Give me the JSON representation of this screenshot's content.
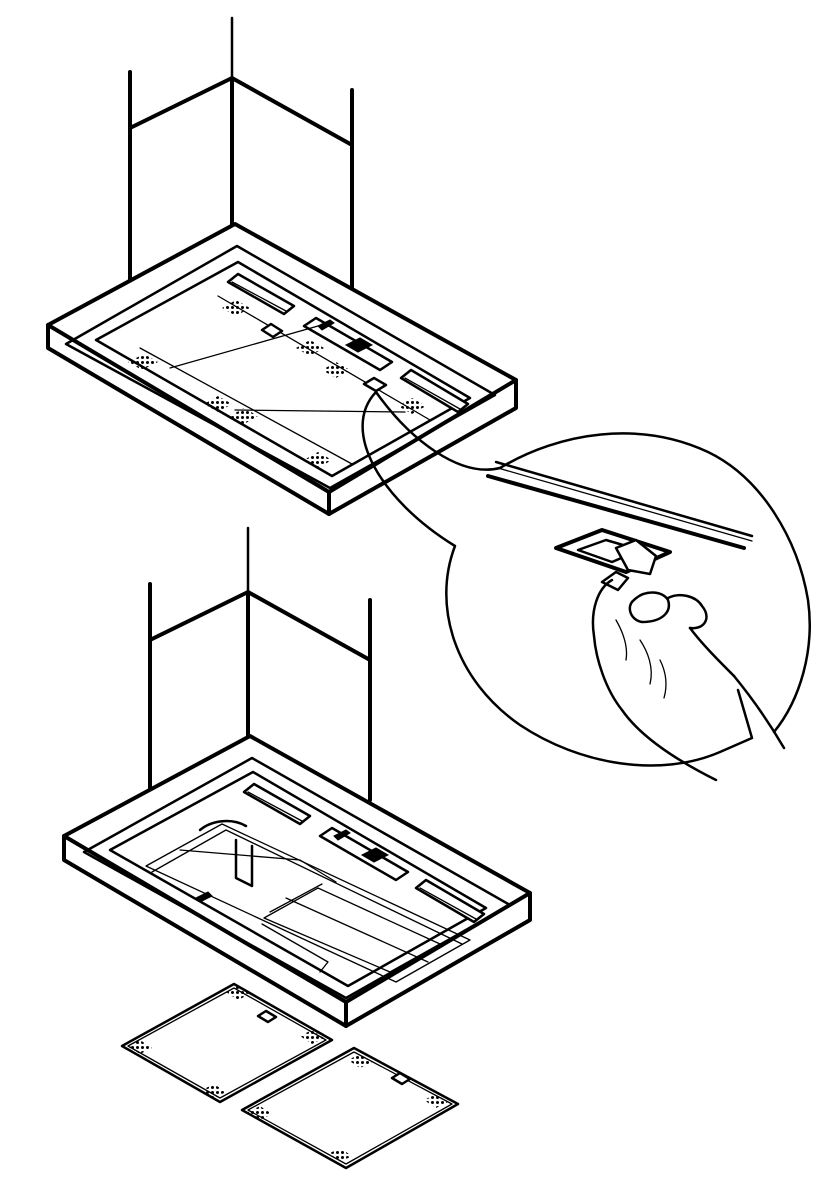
{
  "diagram": {
    "steps": [
      {
        "id": "hood-with-filters",
        "caption": ""
      },
      {
        "id": "filter-latch-detail",
        "caption": ""
      },
      {
        "id": "hood-filters-removed",
        "caption": ""
      }
    ]
  }
}
